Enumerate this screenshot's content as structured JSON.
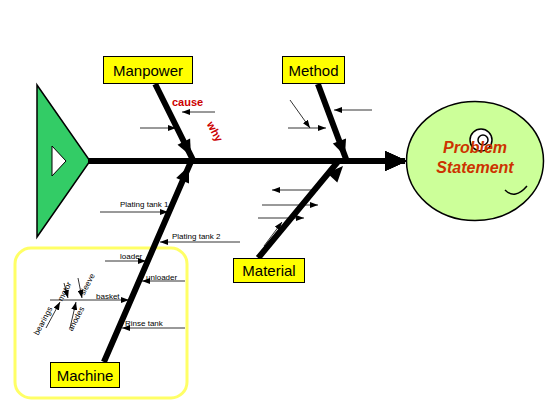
{
  "diagram": {
    "nodes": [
      {
        "text": [
          "Manpower"
        ]
      },
      {
        "text": [
          "Method"
        ]
      },
      {
        "text": [
          "Problem Statement"
        ]
      },
      {
        "text": [
          "Material"
        ]
      },
      {
        "text": [
          "Machine"
        ]
      }
    ],
    "edges": [
      {
        "from": 0,
        "to": 2,
        "arrow": "to"
      },
      {
        "from": 1,
        "to": 2,
        "arrow": "to"
      },
      {
        "from": 3,
        "to": 2,
        "arrow": "to"
      },
      {
        "from": 4,
        "to": 2,
        "arrow": "to"
      }
    ],
    "labels": [
      "cause",
      "why",
      "Plating tank 1",
      "Plating tank 2",
      "loader",
      "unloader",
      "sleeve",
      "motor",
      "basket",
      "bearings",
      "anodes",
      "Rinse tank"
    ]
  }
}
